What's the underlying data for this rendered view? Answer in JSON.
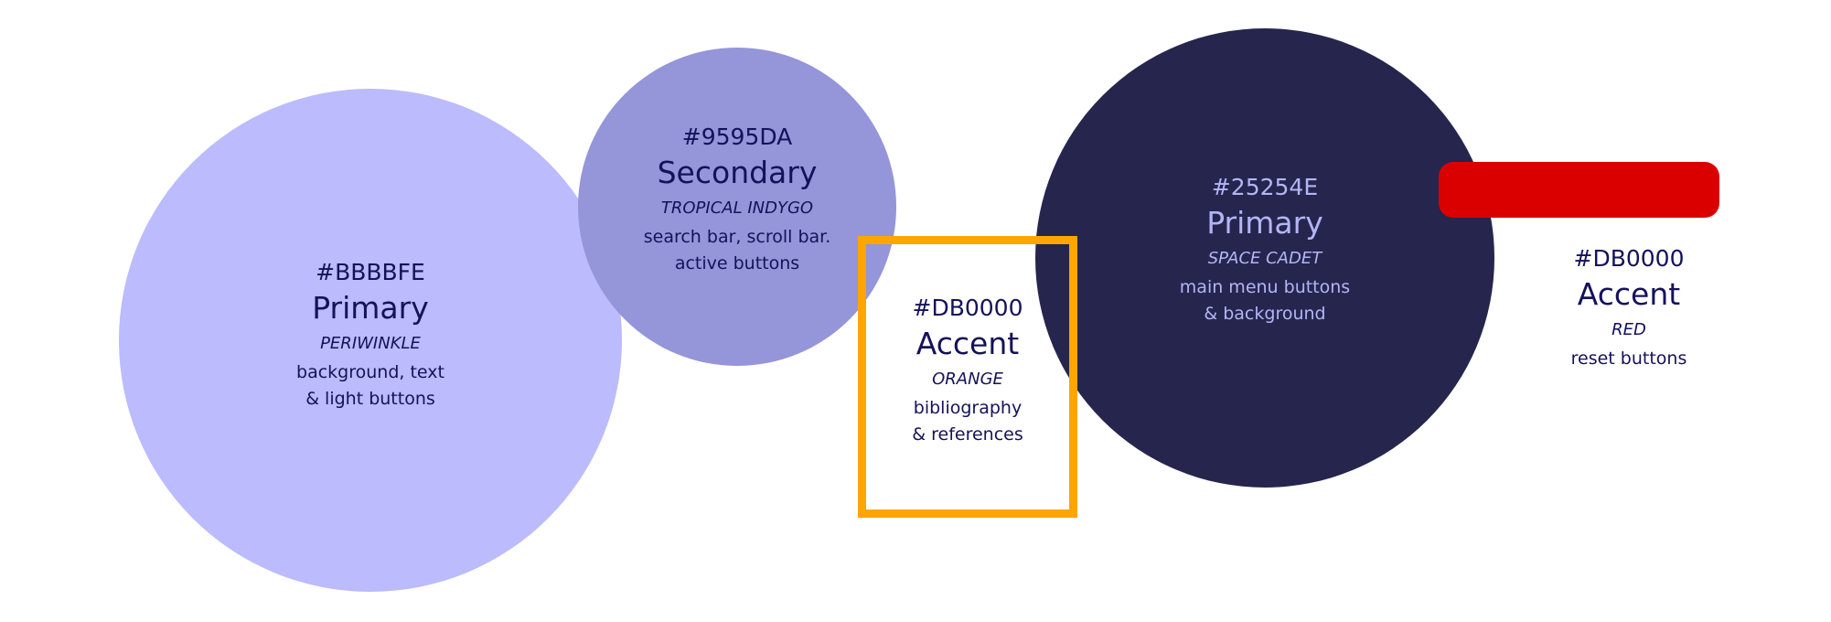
{
  "colors": {
    "periwinkle": "#BBBBFE",
    "tropical_indygo": "#9595DA",
    "space_cadet": "#25254E",
    "orange": "#FFA500",
    "red": "#DB0000",
    "text_dark": "#14125a",
    "text_light": "#b5b5f5"
  },
  "swatches": [
    {
      "hex": "#BBBBFE",
      "role": "Primary",
      "color_name": "PERIWINKLE",
      "usage": "background, text\n& light buttons"
    },
    {
      "hex": "#9595DA",
      "role": "Secondary",
      "color_name": "TROPICAL INDYGO",
      "usage": "search bar, scroll bar.\nactive buttons"
    },
    {
      "hex": "#DB0000",
      "role": "Accent",
      "color_name": "ORANGE",
      "usage": "bibliography\n& references"
    },
    {
      "hex": "#25254E",
      "role": "Primary",
      "color_name": "SPACE CADET",
      "usage": "main menu buttons\n& background"
    },
    {
      "hex": "#DB0000",
      "role": "Accent",
      "color_name": "RED",
      "usage": "reset buttons"
    }
  ]
}
